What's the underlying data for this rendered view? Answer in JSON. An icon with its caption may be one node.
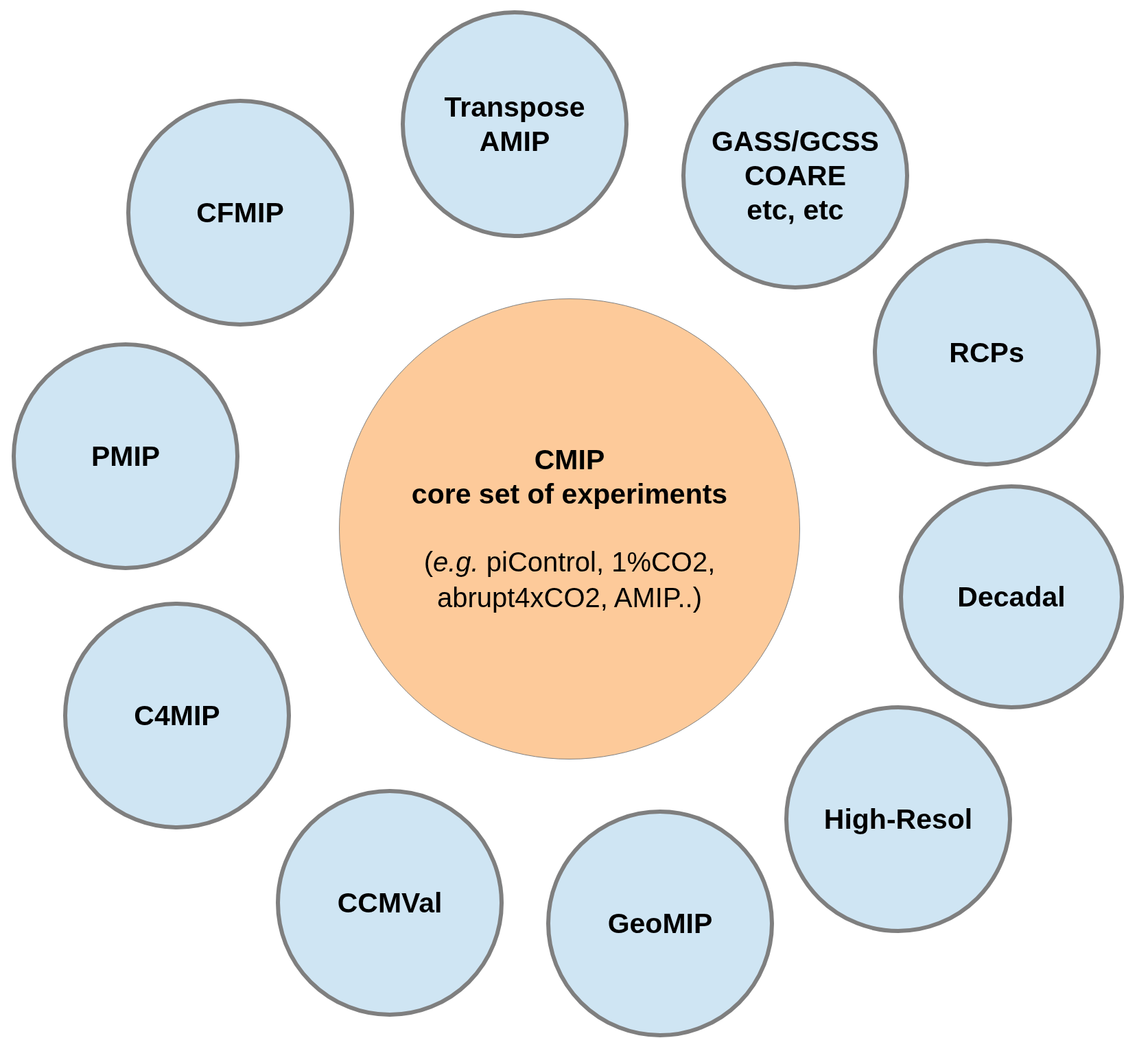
{
  "diagram": {
    "nodes": [
      {
        "text": [
          "CMIP",
          "core set of experiments",
          "(*e.g.* piControl, 1%CO2, abrupt4xCO2, AMIP..)"
        ]
      },
      {
        "text": [
          "Transpose AMIP"
        ]
      },
      {
        "text": [
          "GASS/GCSS",
          "COARE",
          "etc, etc"
        ]
      },
      {
        "text": [
          "RCPs"
        ]
      },
      {
        "text": [
          "Decadal"
        ]
      },
      {
        "text": [
          "High-Resol"
        ]
      },
      {
        "text": [
          "GeoMIP"
        ]
      },
      {
        "text": [
          "CCMVal"
        ]
      },
      {
        "text": [
          "C4MIP"
        ]
      },
      {
        "text": [
          "PMIP"
        ]
      },
      {
        "text": [
          "CFMIP"
        ]
      }
    ]
  }
}
